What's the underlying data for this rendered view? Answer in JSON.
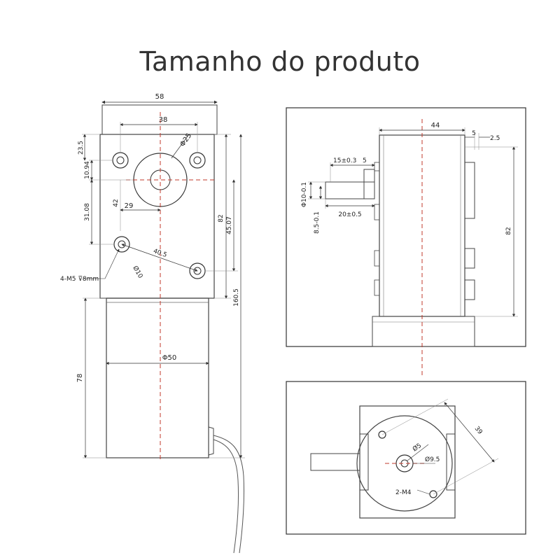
{
  "title": "Tamanho do produto",
  "front_view": {
    "width_total": "58",
    "hole_spacing_top": "38",
    "boss_diameter": "Φ25",
    "top_offset": "23.5",
    "hole_offset": "10.94",
    "boss_offset_x": "42",
    "boss_offset_x2": "29",
    "hole_offset_y": "31.08",
    "gearbox_height": "82",
    "shaft_to_hole": "45.07",
    "hole_diagonal": "40.5",
    "hole_diameter": "Ø10",
    "mount_holes": "4-M5 ⊽8mm",
    "total_height": "160.5",
    "motor_diameter": "Φ50",
    "motor_length": "78"
  },
  "side_view": {
    "body_depth": "44",
    "flange_5": "5",
    "flange_2_5": "2.5",
    "shaft_length": "15±0.3",
    "shaft_step": "5",
    "shaft_diameter": "Φ10-0.1",
    "shaft_flat": "8.5-0.1",
    "shaft_key": "20±0.5",
    "height": "82"
  },
  "rear_view": {
    "bolt_circle": "39",
    "center_hole": "Ø5",
    "boss": "Ø9.5",
    "screws": "2-M4"
  }
}
